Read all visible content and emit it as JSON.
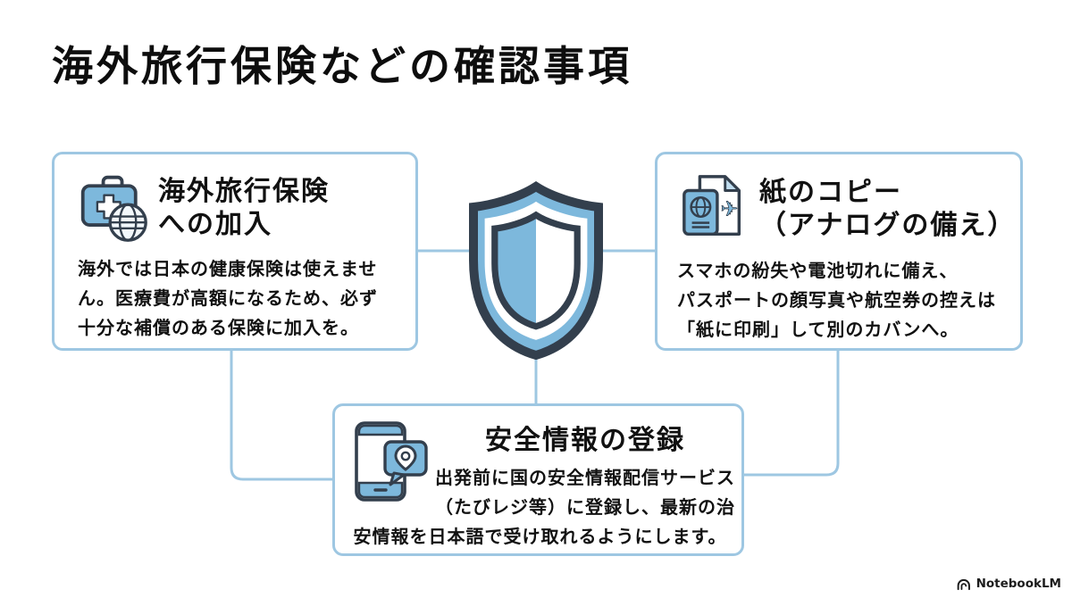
{
  "page": {
    "title": "海外旅行保険などの確認事項"
  },
  "colors": {
    "card_border": "#9ec7e2",
    "connector_line": "#9ec7e2",
    "icon_blue": "#7db8dc",
    "icon_light_blue": "#bfdcef",
    "icon_outline": "#333f4d",
    "text": "#111111",
    "background": "#ffffff"
  },
  "center": {
    "icon": "shield-icon"
  },
  "cards": {
    "insurance": {
      "icon": "first-aid-kit-globe-icon",
      "title_line1": "海外旅行保険",
      "title_line2": "への加入",
      "body_lines": [
        "海外では日本の健康保険は使えませ",
        "ん。医療費が高額になるため、必ず",
        "十分な補償のある保険に加入を。"
      ]
    },
    "paper": {
      "icon": "passport-document-icon",
      "title_line1": "紙のコピー",
      "title_line2": "（アナログの備え）",
      "body_lines": [
        "スマホの紛失や電池切れに備え、",
        "パスポートの顔写真や航空券の控えは",
        "「紙に印刷」して別のカバンへ。"
      ]
    },
    "safety": {
      "icon": "smartphone-location-alert-icon",
      "title": "安全情報の登録",
      "body_lines": [
        "出発前に国の安全情報配信サービス",
        "（たびレジ等）に登録し、最新の治",
        "安情報を日本語で受け取れるようにします。"
      ]
    }
  },
  "branding": {
    "logo_text": "NotebookLM"
  }
}
